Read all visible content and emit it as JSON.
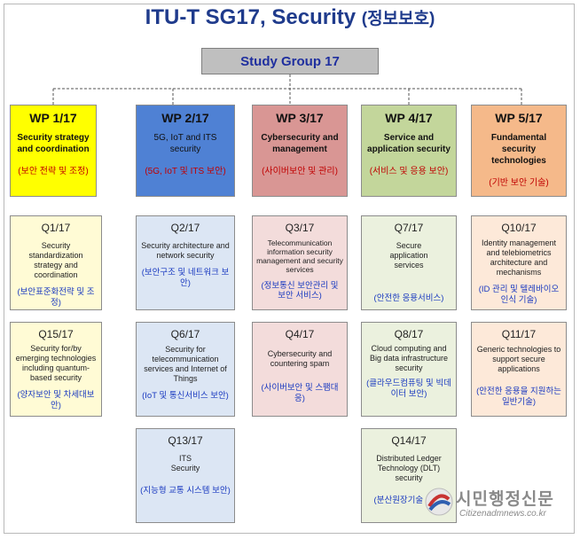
{
  "title": {
    "main": "ITU-T SG17, Security",
    "kr": "(정보보호)"
  },
  "study_group": "Study Group 17",
  "colors": {
    "wp1": "#ffff00",
    "wp2": "#4f81d4",
    "wp3": "#d99694",
    "wp4": "#c3d69b",
    "wp5": "#f5b98a",
    "q1": "#fffbd5",
    "q2": "#dce6f4",
    "q3": "#f3dcdb",
    "q4": "#ebf1de",
    "q5": "#fde9d9",
    "title": "#1f3b8c",
    "kr_red": "#c00000",
    "kr_blue": "#1a3ac0"
  },
  "work_parties": [
    {
      "title": "WP 1/17",
      "desc": "Security strategy and coordination",
      "kr": "(보안 전략 및 조정)"
    },
    {
      "title": "WP 2/17",
      "desc": "5G, IoT and ITS security",
      "kr": "(5G, IoT 및 ITS 보안)"
    },
    {
      "title": "WP 3/17",
      "desc": "Cybersecurity and management",
      "kr": "(사이버보안 및 관리)"
    },
    {
      "title": "WP 4/17",
      "desc": "Service and application security",
      "kr": "(서비스 및 응용 보안)"
    },
    {
      "title": "WP 5/17",
      "desc": "Fundamental security technologies",
      "kr": "(기반 보안 기술)"
    }
  ],
  "questions": {
    "q1": {
      "title": "Q1/17",
      "desc": "Security standardization strategy and coordination",
      "kr": "(보안표준화전략 및 조정)"
    },
    "q15": {
      "title": "Q15/17",
      "desc": "Security for/by emerging technologies including quantum-based security",
      "kr": "(양자보안 및 차세대보안)"
    },
    "q2": {
      "title": "Q2/17",
      "desc": "Security architecture and network security",
      "kr": "(보안구조 및 네트워크 보안)"
    },
    "q6": {
      "title": "Q6/17",
      "desc": "Security for telecommunication services and Internet of Things",
      "kr": "(IoT 및 통신서비스 보안)"
    },
    "q13": {
      "title": "Q13/17",
      "desc": "ITS Security",
      "kr": "(지능형 교통 시스템 보안)"
    },
    "q3": {
      "title": "Q3/17",
      "desc": "Telecommunication information security management and security services",
      "kr": "(정보통신 보안관리 및 보안 서비스)"
    },
    "q4": {
      "title": "Q4/17",
      "desc": "Cybersecurity and countering spam",
      "kr": "(사이버보안 및 스팸대응)"
    },
    "q7": {
      "title": "Q7/17",
      "desc": "Secure application services",
      "kr": "(안전한 응용서비스)"
    },
    "q8": {
      "title": "Q8/17",
      "desc": "Cloud computing and Big data infrastructure security",
      "kr": "(클라우드컴퓨팅 및 빅데이터 보안)"
    },
    "q14": {
      "title": "Q14/17",
      "desc": "Distributed Ledger Technology (DLT) security",
      "kr": "(분산원장기술 보안)"
    },
    "q10": {
      "title": "Q10/17",
      "desc": "Identity management and telebiometrics architecture and mechanisms",
      "kr": "(ID 관리 및 텔레바이오인식 기술)"
    },
    "q11": {
      "title": "Q11/17",
      "desc": "Generic technologies to support secure applications",
      "kr": "(안전한 응용을 지원하는 일반기술)"
    }
  },
  "watermark": {
    "name": "시민행정신문",
    "url": "Citizenadmnews.co.kr"
  }
}
